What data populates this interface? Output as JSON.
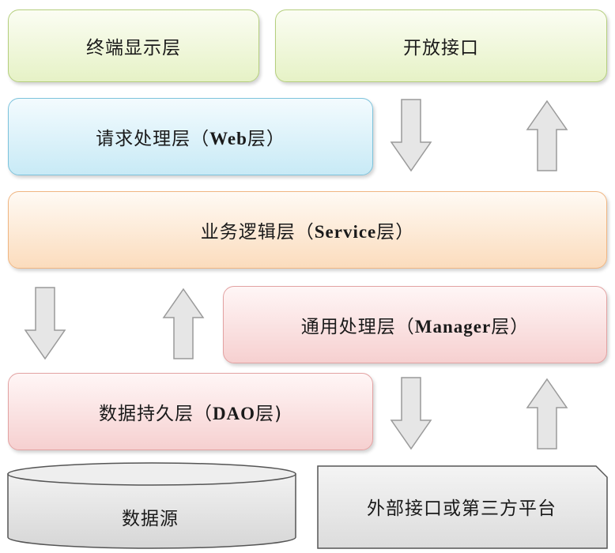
{
  "layers": {
    "terminal": "终端显示层",
    "open_api": "开放接口",
    "web": {
      "prefix": "请求处理层（",
      "latin": "Web",
      "suffix": "层）"
    },
    "service": {
      "prefix": "业务逻辑层（",
      "latin": "Service",
      "suffix": "层）"
    },
    "manager": {
      "prefix": "通用处理层（",
      "latin": "Manager",
      "suffix": "层）"
    },
    "dao": {
      "prefix": "数据持久层（",
      "latin": "DAO",
      "suffix": "层)"
    },
    "datasource": "数据源",
    "external": "外部接口或第三方平台"
  },
  "arrows": [
    "down",
    "up",
    "down",
    "up",
    "down",
    "up"
  ],
  "colors": {
    "green_fill": "#e6f2c6",
    "blue_fill": "#c8eaf6",
    "orange_fill": "#fbdcbd",
    "pink_fill": "#f6d0d0",
    "gray_fill": "#e2e2e2",
    "arrow_fill": "#e6e6e6"
  }
}
